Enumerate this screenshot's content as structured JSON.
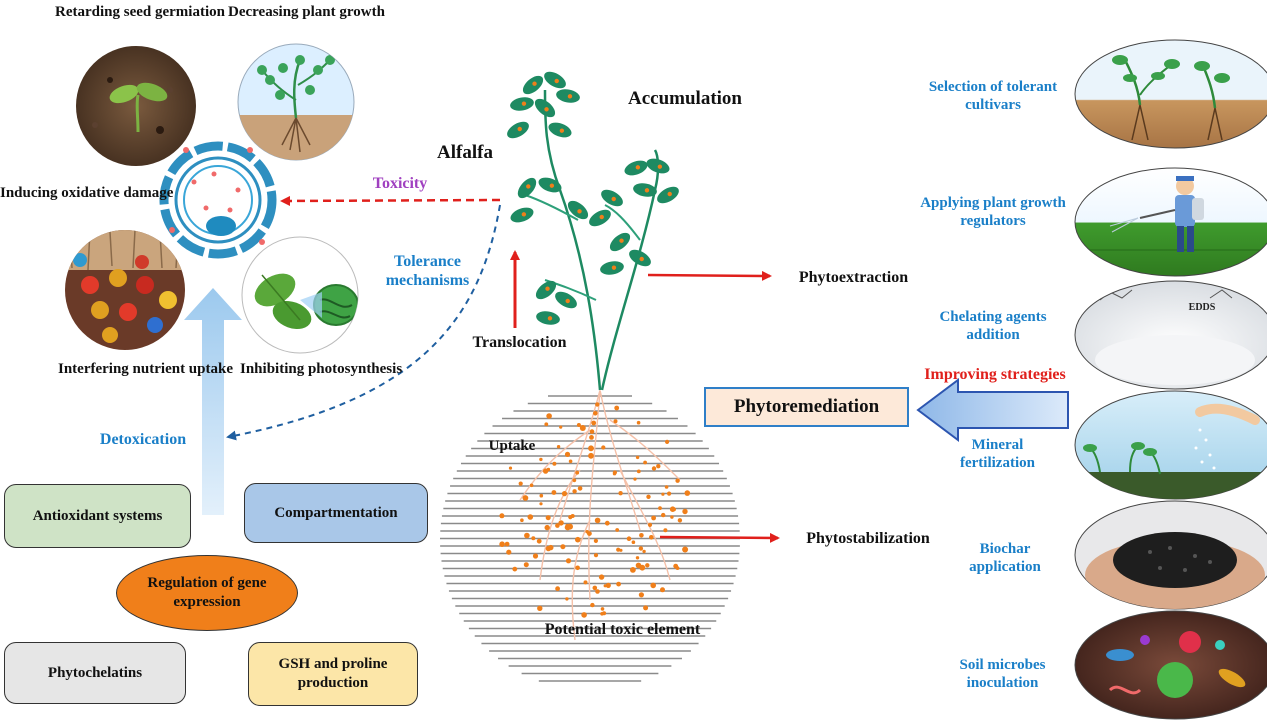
{
  "plant": {
    "name": "Alfalfa",
    "accumulation": "Accumulation",
    "translocation": "Translocation",
    "uptake": "Uptake",
    "pte": "Potential toxic element"
  },
  "toxicity": {
    "label": "Toxicity",
    "effects": {
      "seed": "Retarding seed germiation",
      "growth": "Decreasing plant growth",
      "oxidative": "Inducing oxidative damage",
      "nutrient": "Interfering nutrient uptake",
      "photosynthesis": "Inhibiting photosynthesis"
    }
  },
  "tolerance": {
    "label": "Tolerance mechanisms",
    "detox": "Detoxication"
  },
  "mechanisms": {
    "antioxidant": "Antioxidant systems",
    "compartmentation": "Compartmentation",
    "gene": "Regulation of gene expression",
    "phytochelatins": "Phytochelatins",
    "gsh": "GSH and proline production"
  },
  "remediation": {
    "phytoextraction": "Phytoextraction",
    "phytostabilization": "Phytostabilization",
    "title": "Phytoremediation",
    "improving": "Improving strategies",
    "edds": "EDDS"
  },
  "strategies": [
    {
      "label": "Selection of tolerant cultivars"
    },
    {
      "label": "Applying plant growth regulators"
    },
    {
      "label": "Chelating agents addition"
    },
    {
      "label": "Mineral fertilization"
    },
    {
      "label": "Biochar application"
    },
    {
      "label": "Soil microbes inoculation"
    }
  ],
  "colors": {
    "blue_text": "#1a7fc8",
    "red_arrow": "#e0201c",
    "toxicity_text": "#a040c0",
    "leaf": "#1e8a62",
    "orange_dot": "#f07f1a",
    "box_green": "#cfe3c6",
    "box_blue": "#a9c7e8",
    "box_orange": "#f07f1a",
    "box_gray": "#e6e6e6",
    "box_yellow": "#fce6a8",
    "phyto_box": "#fde9d9"
  }
}
